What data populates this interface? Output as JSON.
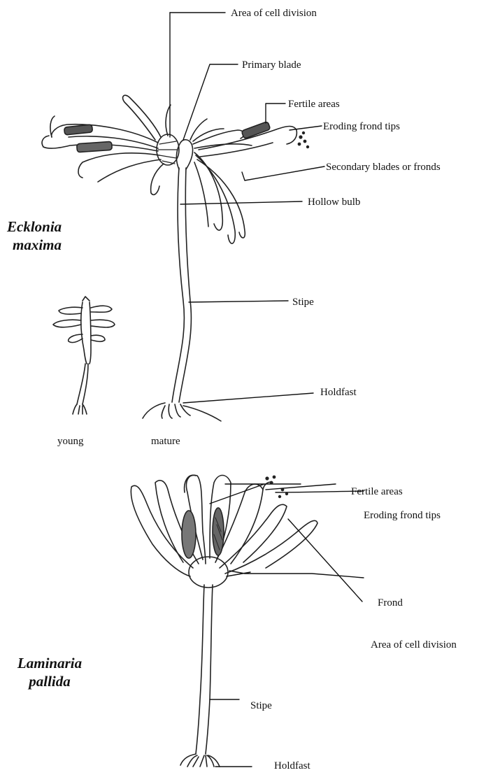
{
  "ecklonia": {
    "species": [
      "Ecklonia",
      "maxima"
    ],
    "labels": {
      "area_of_cell_division": "Area of cell division",
      "primary_blade": "Primary blade",
      "fertile_areas": "Fertile areas",
      "eroding_frond_tips": "Eroding frond tips",
      "secondary_blades": "Secondary blades or fronds",
      "hollow_bulb": "Hollow bulb",
      "stipe": "Stipe",
      "holdfast": "Holdfast"
    },
    "captions": {
      "young": "young",
      "mature": "mature"
    }
  },
  "laminaria": {
    "species": [
      "Laminaria",
      "pallida"
    ],
    "labels": {
      "fertile_areas": "Fertile areas",
      "eroding_frond_tips": "Eroding frond tips",
      "frond": "Frond",
      "area_of_cell_division": "Area of cell division",
      "stipe": "Stipe",
      "holdfast": "Holdfast"
    }
  }
}
